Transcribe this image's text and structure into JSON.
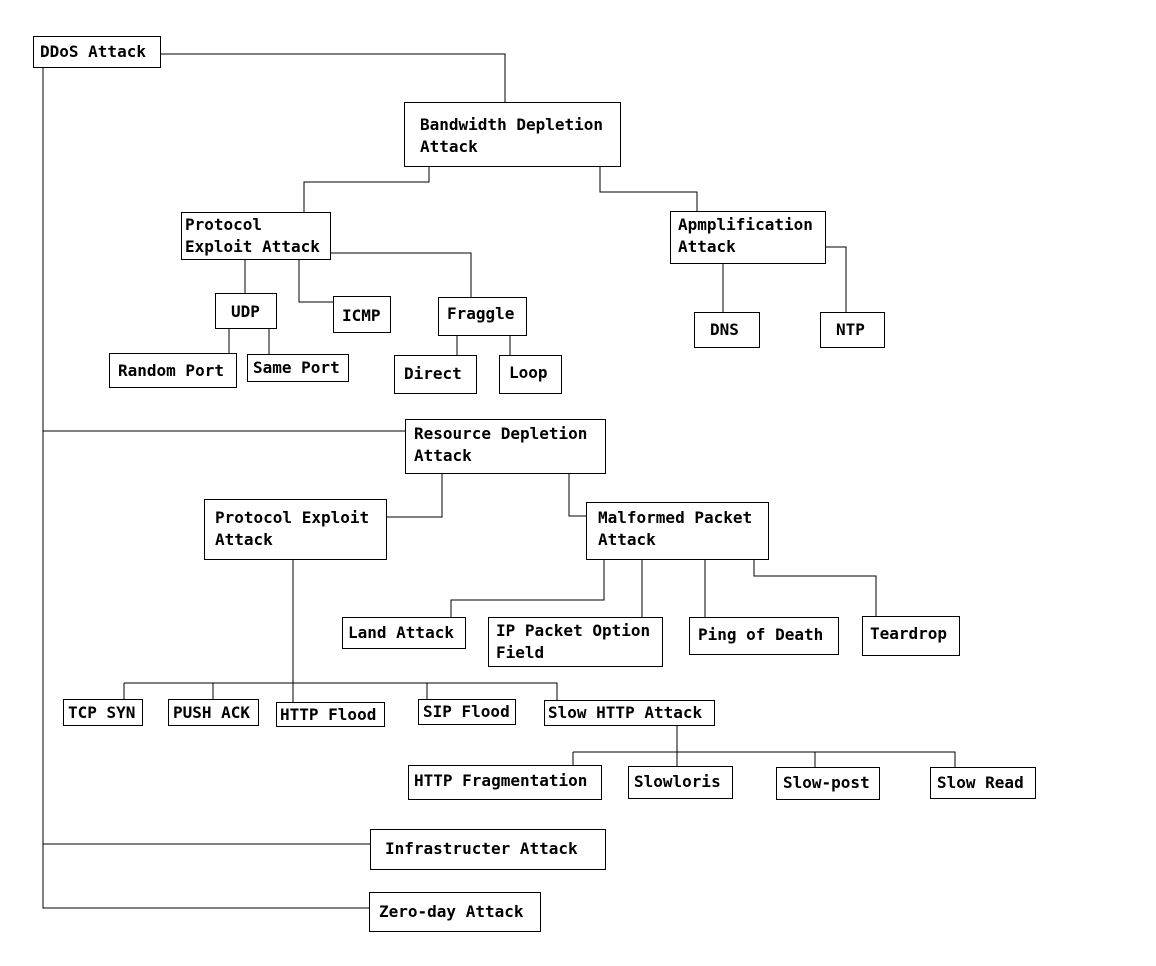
{
  "nodes": {
    "ddos_attack": "DDoS Attack",
    "bandwidth_depletion": "Bandwidth Depletion\nAttack",
    "protocol_exploit_bw": "Protocol\nExploit Attack",
    "amplification": "Apmplification\nAttack",
    "udp": "UDP",
    "icmp": "ICMP",
    "fraggle": "Fraggle",
    "random_port": "Random Port",
    "same_port": "Same Port",
    "direct": "Direct",
    "loop": "Loop",
    "dns": "DNS",
    "ntp": "NTP",
    "resource_depletion": "Resource Depletion\nAttack",
    "protocol_exploit_res": "Protocol Exploit\nAttack",
    "malformed_packet": "Malformed Packet\nAttack",
    "land_attack": "Land Attack",
    "ip_packet_option": "IP Packet Option\nField",
    "ping_of_death": "Ping of Death",
    "teardrop": "Teardrop",
    "tcp_syn": "TCP SYN",
    "push_ack": "PUSH ACK",
    "http_flood": "HTTP Flood",
    "sip_flood": "SIP Flood",
    "slow_http": "Slow HTTP Attack",
    "http_fragmentation": "HTTP Fragmentation",
    "slowloris": "Slowloris",
    "slow_post": "Slow-post",
    "slow_read": "Slow Read",
    "infrastructure": "Infrastructer Attack",
    "zero_day": "Zero-day Attack"
  },
  "edges": [
    [
      "ddos_attack",
      "bandwidth_depletion"
    ],
    [
      "ddos_attack",
      "resource_depletion"
    ],
    [
      "ddos_attack",
      "infrastructure"
    ],
    [
      "ddos_attack",
      "zero_day"
    ],
    [
      "bandwidth_depletion",
      "protocol_exploit_bw"
    ],
    [
      "bandwidth_depletion",
      "amplification"
    ],
    [
      "protocol_exploit_bw",
      "udp"
    ],
    [
      "protocol_exploit_bw",
      "icmp"
    ],
    [
      "protocol_exploit_bw",
      "fraggle"
    ],
    [
      "udp",
      "random_port"
    ],
    [
      "udp",
      "same_port"
    ],
    [
      "fraggle",
      "direct"
    ],
    [
      "fraggle",
      "loop"
    ],
    [
      "amplification",
      "dns"
    ],
    [
      "amplification",
      "ntp"
    ],
    [
      "resource_depletion",
      "protocol_exploit_res"
    ],
    [
      "resource_depletion",
      "malformed_packet"
    ],
    [
      "malformed_packet",
      "land_attack"
    ],
    [
      "malformed_packet",
      "ip_packet_option"
    ],
    [
      "malformed_packet",
      "ping_of_death"
    ],
    [
      "malformed_packet",
      "teardrop"
    ],
    [
      "protocol_exploit_res",
      "tcp_syn"
    ],
    [
      "protocol_exploit_res",
      "push_ack"
    ],
    [
      "protocol_exploit_res",
      "http_flood"
    ],
    [
      "protocol_exploit_res",
      "sip_flood"
    ],
    [
      "protocol_exploit_res",
      "slow_http"
    ],
    [
      "slow_http",
      "http_fragmentation"
    ],
    [
      "slow_http",
      "slowloris"
    ],
    [
      "slow_http",
      "slow_post"
    ],
    [
      "slow_http",
      "slow_read"
    ]
  ]
}
